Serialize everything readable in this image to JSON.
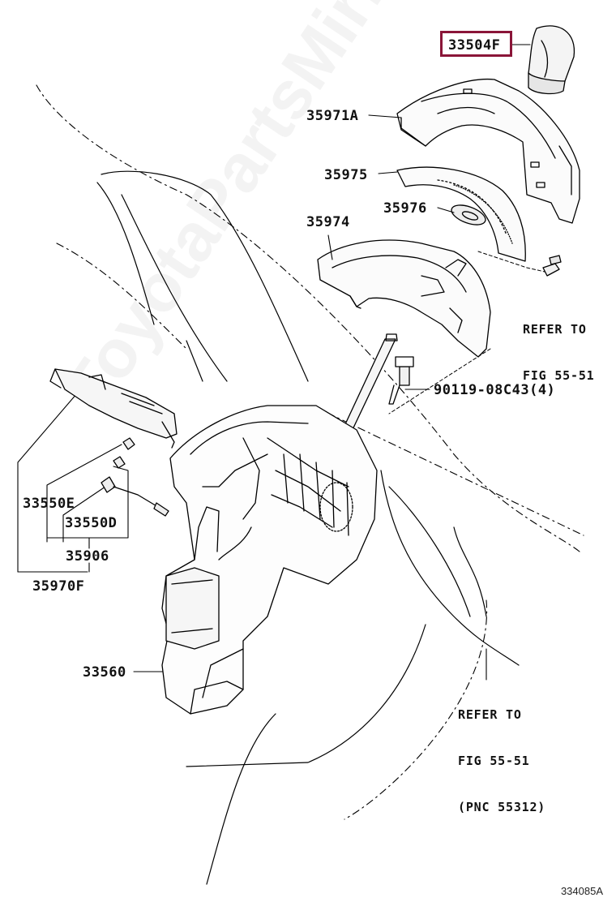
{
  "diagram": {
    "watermark": "ToyotaPartsMirror.ru",
    "figure_code": "334085A",
    "highlight_color": "#8a1538",
    "parts": {
      "shift_knob": "33504F",
      "upper_cover": "35971A",
      "indicator_plate": "35975",
      "indicator_ring": "35976",
      "housing_cover": "35974",
      "bolt": "90119-08C43(4)",
      "switch_e": "33550E",
      "switch_d": "33550D",
      "wire": "35906",
      "switch_assembly": "35970F",
      "shift_lever_assembly": "33560"
    },
    "notes": {
      "ref_upper": [
        "REFER TO",
        "FIG 55-51"
      ],
      "ref_lower": [
        "REFER TO",
        "FIG 55-51",
        "(PNC 55312)"
      ]
    }
  }
}
